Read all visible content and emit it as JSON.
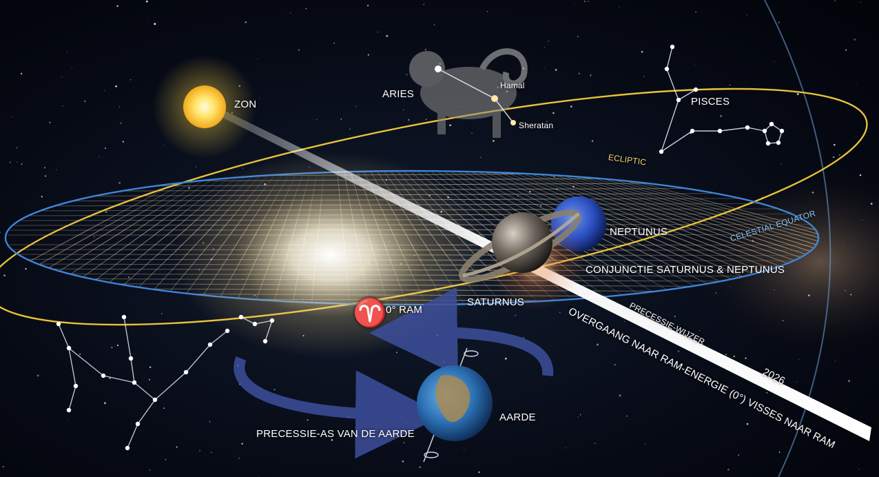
{
  "labels": {
    "sun": "ZON",
    "aries": "ARIES",
    "hamal": "Hamal",
    "sheratan": "Sheratan",
    "pisces": "PISCES",
    "ecliptic": "ECLIPTIC",
    "celestial_equator": "CELESTIAL EQUATOR",
    "neptune": "NEPTUNUS",
    "conjunction": "CONJUNCTIE SATURNUS & NEPTUNUS",
    "saturn": "SATURNUS",
    "aries_point": "0° RAM",
    "aries_glyph": "♈",
    "precession_pointer": "PRECESSIE-WIJZER",
    "transition": "OVERGAANG NAAR RAM-ENERGIE (0°) VISSES NAAR RAM",
    "year": "2026",
    "earth": "AARDE",
    "precession_axis": "PRECESSIE-AS VAN DE AARDE"
  },
  "colors": {
    "space": "#04070f",
    "ecliptic": "#e8c23a",
    "equator": "#3d86d8",
    "sun": "#ffd84a",
    "neptune": "#2e57c8",
    "arrow": "#3d4f9c"
  }
}
